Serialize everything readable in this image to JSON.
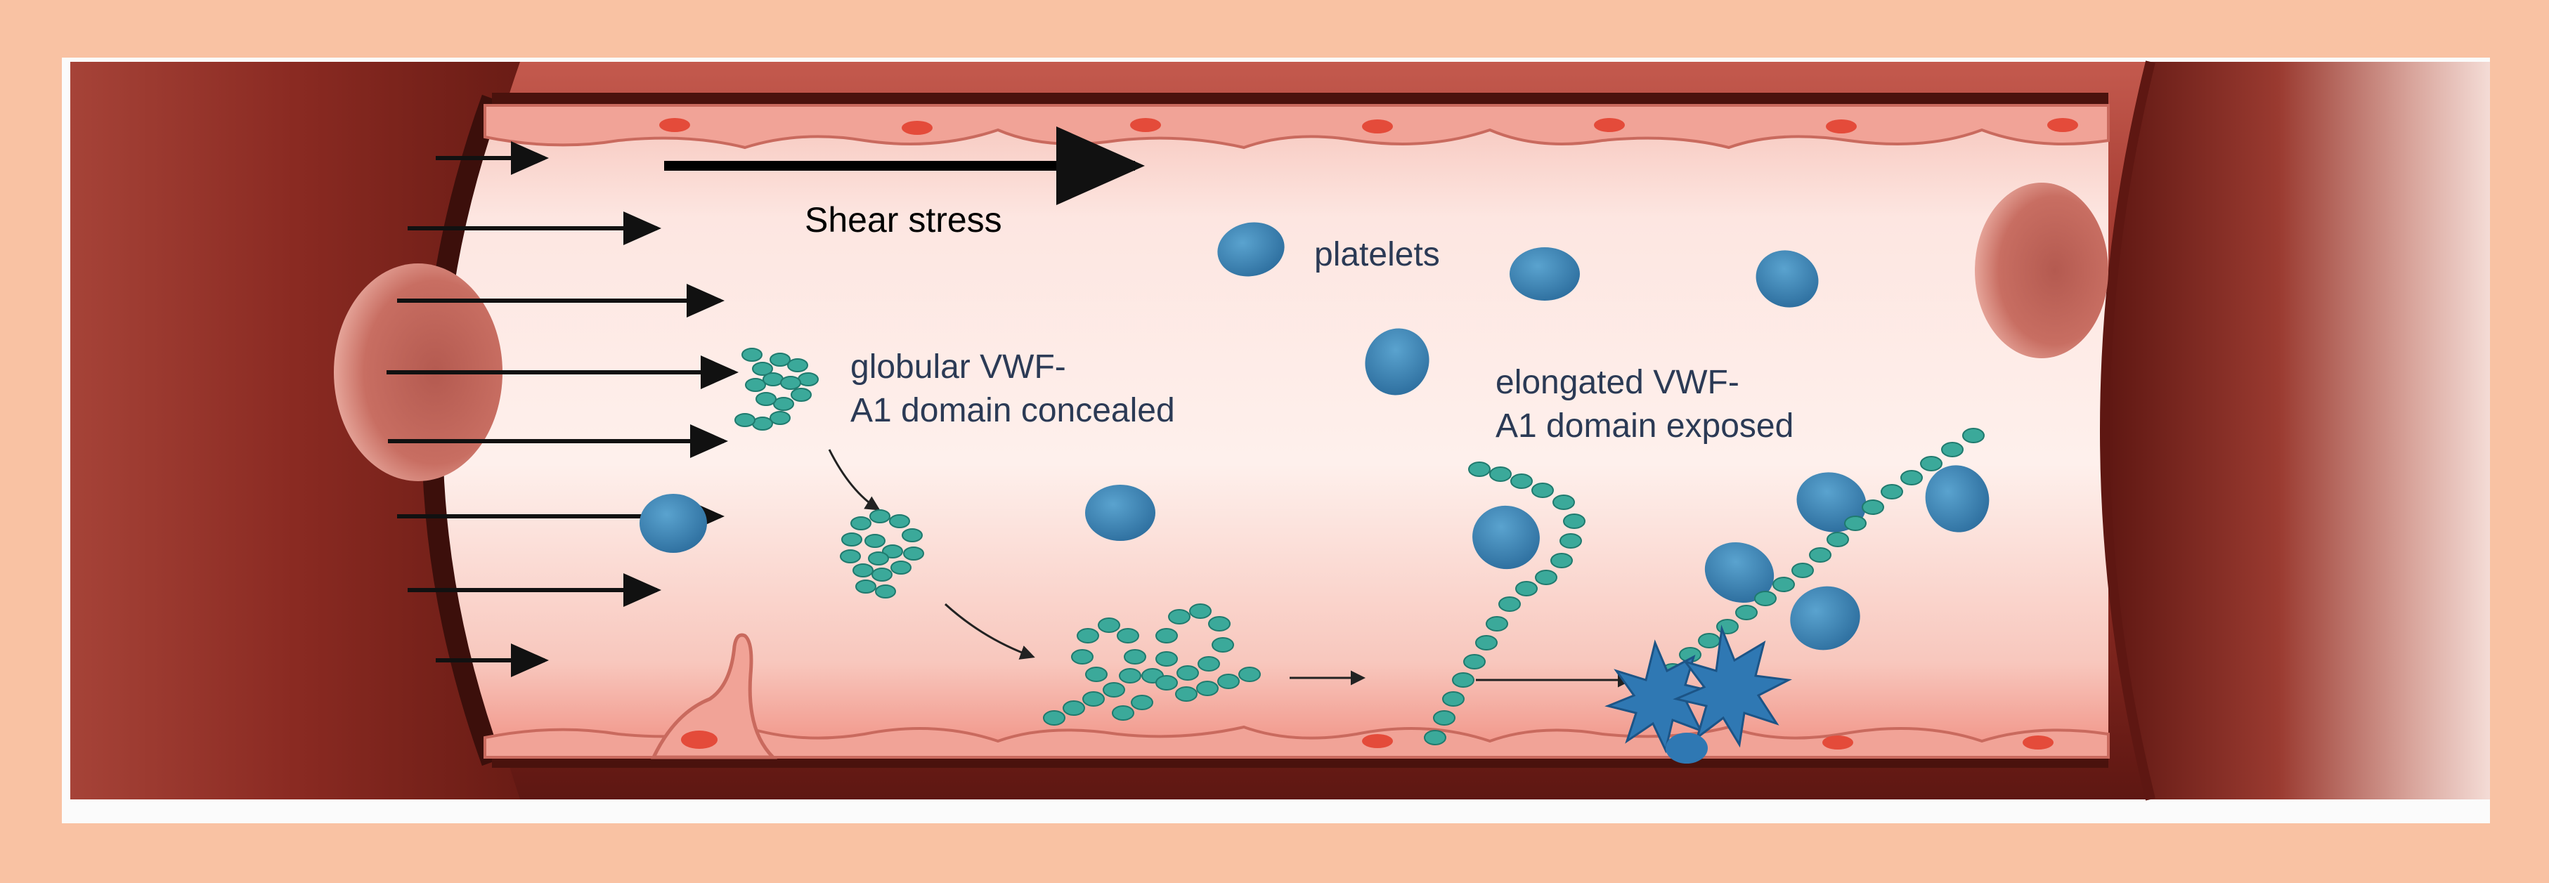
{
  "labels": {
    "shear_stress": "Shear stress",
    "platelets": "platelets",
    "globular_line1": "globular VWF-",
    "globular_line2": "A1 domain concealed",
    "elongated_line1": "elongated VWF-",
    "elongated_line2": "A1 domain exposed"
  },
  "colors": {
    "frame_border": "#f9c2a3",
    "vessel_wall": "#8e2a22",
    "lumen": "#fde4df",
    "endothelium": "#f1a397",
    "platelet": "#3b86b6",
    "vwf_bead": "#3ba99a",
    "activated_platelet": "#2f78b3",
    "arrow": "#111111"
  }
}
